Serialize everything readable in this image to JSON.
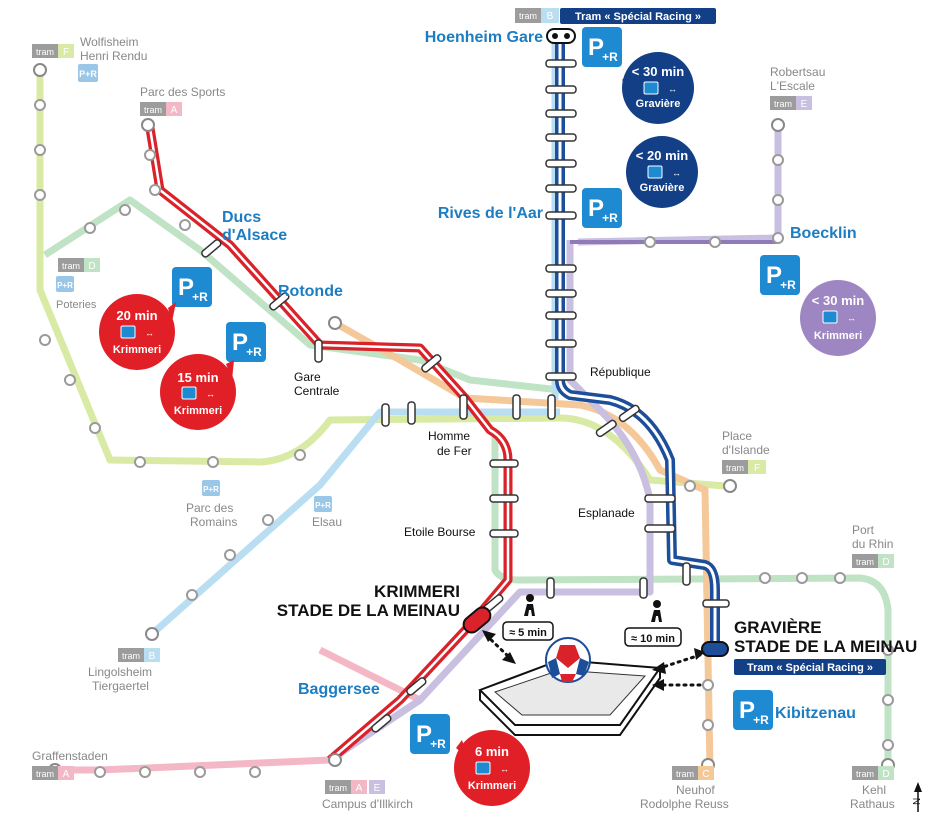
{
  "colors": {
    "line_a": "#f4b7c6",
    "line_b": "#b9def2",
    "line_c": "#f5c89a",
    "line_d": "#bfe3c4",
    "line_e": "#c9bfe0",
    "line_f": "#d8eaa3",
    "racing": "#1d4e9a",
    "racing_red": "#d9222a",
    "pr_blue": "#1d8ad2",
    "bubble_red": "#e11f26",
    "bubble_navy": "#123f86",
    "bubble_purple": "#9d86c2",
    "station_blue": "#1d7dc3"
  },
  "header": {
    "tram_b_tag": "tram",
    "tram_b_letter": "B",
    "racing_banner": "Tram « Spécial Racing »"
  },
  "stations": {
    "hoenheim": "Hoenheim Gare",
    "rives": "Rives de l'Aar",
    "boecklin": "Boecklin",
    "ducs_line1": "Ducs",
    "ducs_line2": "d'Alsace",
    "rotonde": "Rotonde",
    "baggersee": "Baggersee",
    "kibitzenau": "Kibitzenau",
    "gare_centrale_1": "Gare",
    "gare_centrale_2": "Centrale",
    "republique": "République",
    "homme_de_fer_1": "Homme",
    "homme_de_fer_2": "de Fer",
    "esplanade": "Esplanade",
    "etoile_bourse": "Etoile Bourse",
    "place_islande_1": "Place",
    "place_islande_2": "d'Islande",
    "krimmeri_1": "KRIMMERI",
    "krimmeri_2": "STADE DE LA MEINAU",
    "graviere_1": "GRAVIÈRE",
    "graviere_2": "STADE DE LA MEINAU",
    "graviere_banner": "Tram « Spécial Racing »"
  },
  "terminals": {
    "wolfisheim_1": "Wolfisheim",
    "wolfisheim_2": "Henri Rendu",
    "wolfisheim_tram": "tram",
    "wolfisheim_letter": "F",
    "parc_sports": "Parc des Sports",
    "parc_sports_tram": "tram",
    "parc_sports_letter": "A",
    "poteries": "Poteries",
    "poteries_tram": "tram",
    "poteries_letter": "D",
    "robertsau_1": "Robertsau",
    "robertsau_2": "L'Escale",
    "robertsau_tram": "tram",
    "robertsau_letter": "E",
    "parc_romains_1": "Parc des",
    "parc_romains_2": "Romains",
    "elsau": "Elsau",
    "lingolsheim_1": "Lingolsheim",
    "lingolsheim_2": "Tiergaertel",
    "lingolsheim_tram": "tram",
    "lingolsheim_letter": "B",
    "port_rhin_1": "Port",
    "port_rhin_2": "du Rhin",
    "port_rhin_tram": "tram",
    "port_rhin_letter": "D",
    "graffenstaden": "Graffenstaden",
    "graffenstaden_tram": "tram",
    "graffenstaden_letter": "A",
    "illkirch": "Campus d'Illkirch",
    "illkirch_tram": "tram",
    "illkirch_letter_a": "A",
    "illkirch_letter_e": "E",
    "neuhof_1": "Neuhof",
    "neuhof_2": "Rodolphe Reuss",
    "neuhof_tram": "tram",
    "neuhof_letter": "C",
    "kehl_1": "Kehl",
    "kehl_2": "Rathaus",
    "kehl_tram": "tram",
    "kehl_letter": "D",
    "island_tram": "tram",
    "island_letter": "F"
  },
  "pr_icon": {
    "p": "P",
    "r": "+R",
    "small": "P+R"
  },
  "bubbles": {
    "b1": {
      "time": "< 30 min",
      "dest": "Gravière"
    },
    "b2": {
      "time": "< 20 min",
      "dest": "Gravière"
    },
    "b3": {
      "time": "< 30 min",
      "dest": "Krimmeri"
    },
    "b4": {
      "time": "20 min",
      "dest": "Krimmeri"
    },
    "b5": {
      "time": "15 min",
      "dest": "Krimmeri"
    },
    "b6": {
      "time": "6 min",
      "dest": "Krimmeri"
    }
  },
  "walk": {
    "left": "≈ 5 min",
    "right": "≈ 10 min"
  },
  "compass": "N"
}
